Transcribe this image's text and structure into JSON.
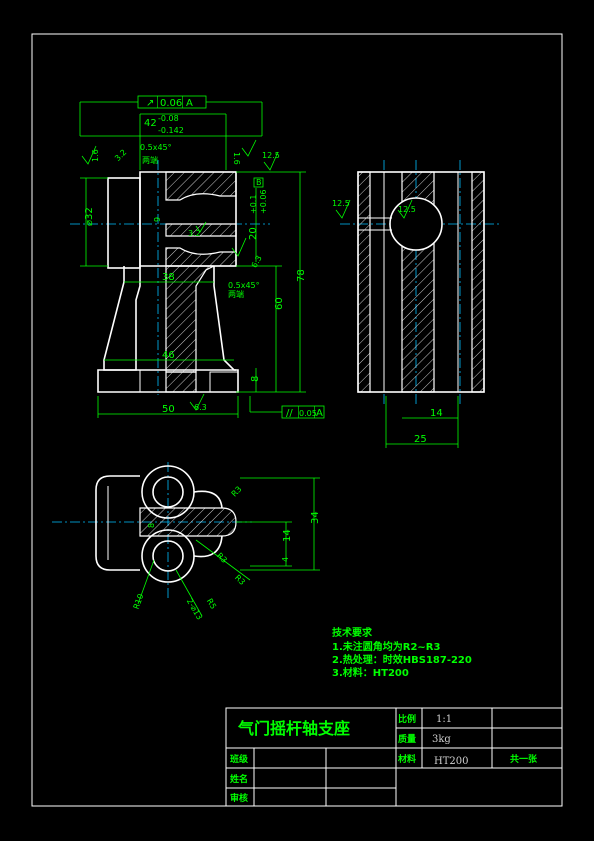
{
  "title_block": {
    "part_name": "气门摇杆轴支座",
    "scale_label": "比例",
    "scale_value": "1:1",
    "mass_label": "质量",
    "mass_value": "3kg",
    "material_label": "材料",
    "material_value": "HT200",
    "sheet_count": "共一张",
    "drawn_label": "班级",
    "name_label": "姓名",
    "review_label": "审核"
  },
  "tech_requirements": {
    "heading": "技术要求",
    "items": [
      "1.未注圆角均为R2~R3",
      "2.热处理：时效HBS187-220",
      "3.材料：HT200"
    ]
  },
  "front_view": {
    "tol_frame_top": [
      "0.06",
      "A"
    ],
    "dim_42": "42",
    "dim_42_upper": "-0.08",
    "dim_42_lower": "-0.142",
    "chamfer": "0.5x45°",
    "chamfer_small": "0.5x45°",
    "thread_note": "两端",
    "thread_note2": "两端",
    "rough_16_left": "1.6",
    "rough_16_right": "1.6",
    "rough_32_a": "3.2",
    "rough_125": "12.5",
    "dia_32": "⌀32",
    "dim_9": "9",
    "dim_20": "20",
    "dim_20_upper": "+0.1",
    "dim_20_lower": "+0.06",
    "rough_32_b": "3.2",
    "rough_63_a": "6.3",
    "datum": "B",
    "dim_38": "38",
    "dim_60": "60",
    "dim_78": "78",
    "dim_46": "46",
    "dim_8": "8",
    "dim_50": "50",
    "rough_63_b": "6.3",
    "tol_frame_bottom": [
      "0.05",
      "A"
    ]
  },
  "side_view": {
    "rough_125_a": "12.5",
    "rough_125_b": "12.5",
    "dim_14": "14",
    "dim_25": "25"
  },
  "top_view": {
    "dim_r3_a": "R3",
    "dim_8": "8",
    "dim_r3_b": "R3",
    "dim_r3_c": "R3",
    "dim_r10": "R10",
    "dim_2x13": "2-⌀13",
    "dim_r5": "R5",
    "dim_34": "34",
    "dim_14": "14",
    "dim_4": "4"
  }
}
